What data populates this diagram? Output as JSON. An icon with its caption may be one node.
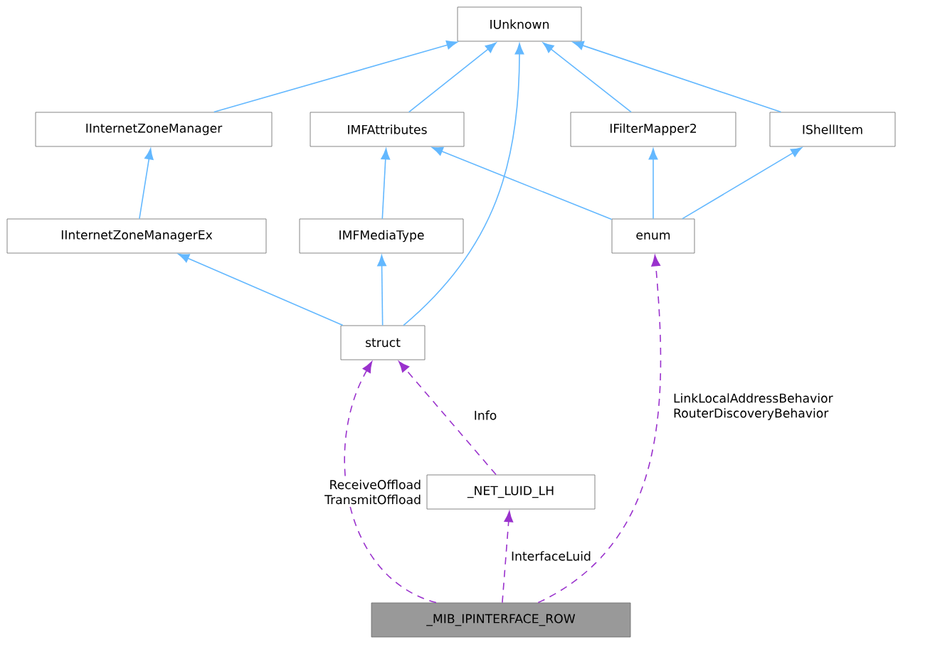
{
  "diagram": {
    "nodes": [
      {
        "text": [
          "IUnknown"
        ]
      },
      {
        "text": [
          "IInternetZoneManager"
        ]
      },
      {
        "text": [
          "IMFAttributes"
        ]
      },
      {
        "text": [
          "IFilterMapper2"
        ]
      },
      {
        "text": [
          "IShellItem"
        ]
      },
      {
        "text": [
          "IInternetZoneManagerEx"
        ]
      },
      {
        "text": [
          "IMFMediaType"
        ]
      },
      {
        "text": [
          "enum"
        ]
      },
      {
        "text": [
          "struct"
        ]
      },
      {
        "text": [
          "_NET_LUID_LH"
        ]
      },
      {
        "text": [
          "_MIB_IPINTERFACE_ROW"
        ]
      }
    ],
    "edges": [
      {
        "from": 1,
        "to": 0,
        "arrow": "to"
      },
      {
        "from": 2,
        "to": 0,
        "arrow": "to"
      },
      {
        "from": 8,
        "to": 0,
        "arrow": "to"
      },
      {
        "from": 3,
        "to": 0,
        "arrow": "to"
      },
      {
        "from": 4,
        "to": 0,
        "arrow": "to"
      },
      {
        "from": 5,
        "to": 1,
        "arrow": "to"
      },
      {
        "from": 6,
        "to": 2,
        "arrow": "to"
      },
      {
        "from": 7,
        "to": 2,
        "arrow": "to"
      },
      {
        "from": 7,
        "to": 3,
        "arrow": "to"
      },
      {
        "from": 7,
        "to": 4,
        "arrow": "to"
      },
      {
        "from": 8,
        "to": 5,
        "arrow": "to"
      },
      {
        "from": 8,
        "to": 6,
        "arrow": "to"
      },
      {
        "from": 10,
        "to": 8,
        "arrow": "to",
        "label": "ReceiveOffload TransmitOffload",
        "style": "dashed",
        "color": "#9a32cd"
      },
      {
        "from": 9,
        "to": 8,
        "arrow": "to",
        "label": "Info",
        "style": "dashed",
        "color": "#9a32cd"
      },
      {
        "from": 10,
        "to": 9,
        "arrow": "to",
        "label": "InterfaceLuid",
        "style": "dashed",
        "color": "#9a32cd"
      },
      {
        "from": 10,
        "to": 7,
        "arrow": "to",
        "label": "LinkLocalAddressBehavior RouterDiscoveryBehavior",
        "style": "dashed",
        "color": "#9a32cd"
      }
    ]
  }
}
